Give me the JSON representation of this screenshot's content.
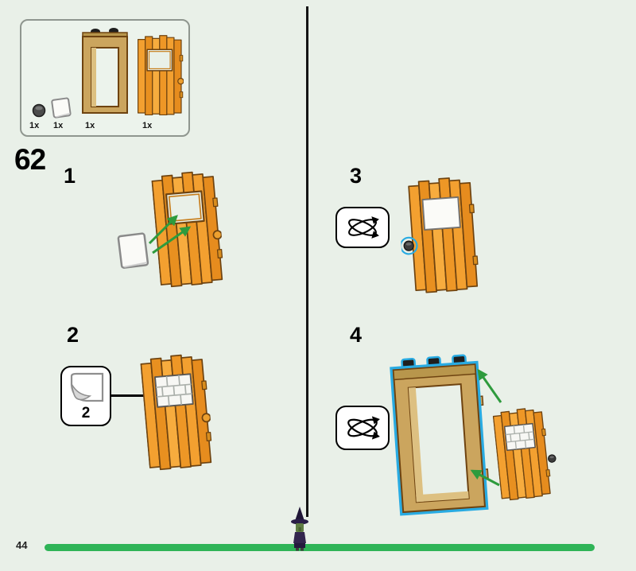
{
  "page": {
    "step_number": "62",
    "page_number": "44"
  },
  "parts_box": {
    "items": [
      {
        "name": "dark-knob",
        "count": "1x"
      },
      {
        "name": "white-tile",
        "count": "1x"
      },
      {
        "name": "door-frame",
        "count": "1x"
      },
      {
        "name": "orange-door",
        "count": "1x"
      }
    ]
  },
  "substeps": [
    {
      "label": "1",
      "icon": "green-assembly-arrows"
    },
    {
      "label": "2",
      "icon": "sticker-peel-icon",
      "sticker_number": "2"
    },
    {
      "label": "3",
      "icon": "rotate-model-icon"
    },
    {
      "label": "4",
      "icon": "rotate-model-icon"
    }
  ],
  "icons": {
    "rotate": "rotate-model-icon",
    "sticker": "sticker-peel-icon",
    "witch": "witch-minifigure"
  },
  "colors": {
    "page_background": "#E9F0E8",
    "door_orange": "#F3A030",
    "frame_tan": "#CBA55E",
    "highlight_cyan": "#29ABE2",
    "arrow_green": "#2E9B3D",
    "progress_bar_green": "#2FB457"
  }
}
